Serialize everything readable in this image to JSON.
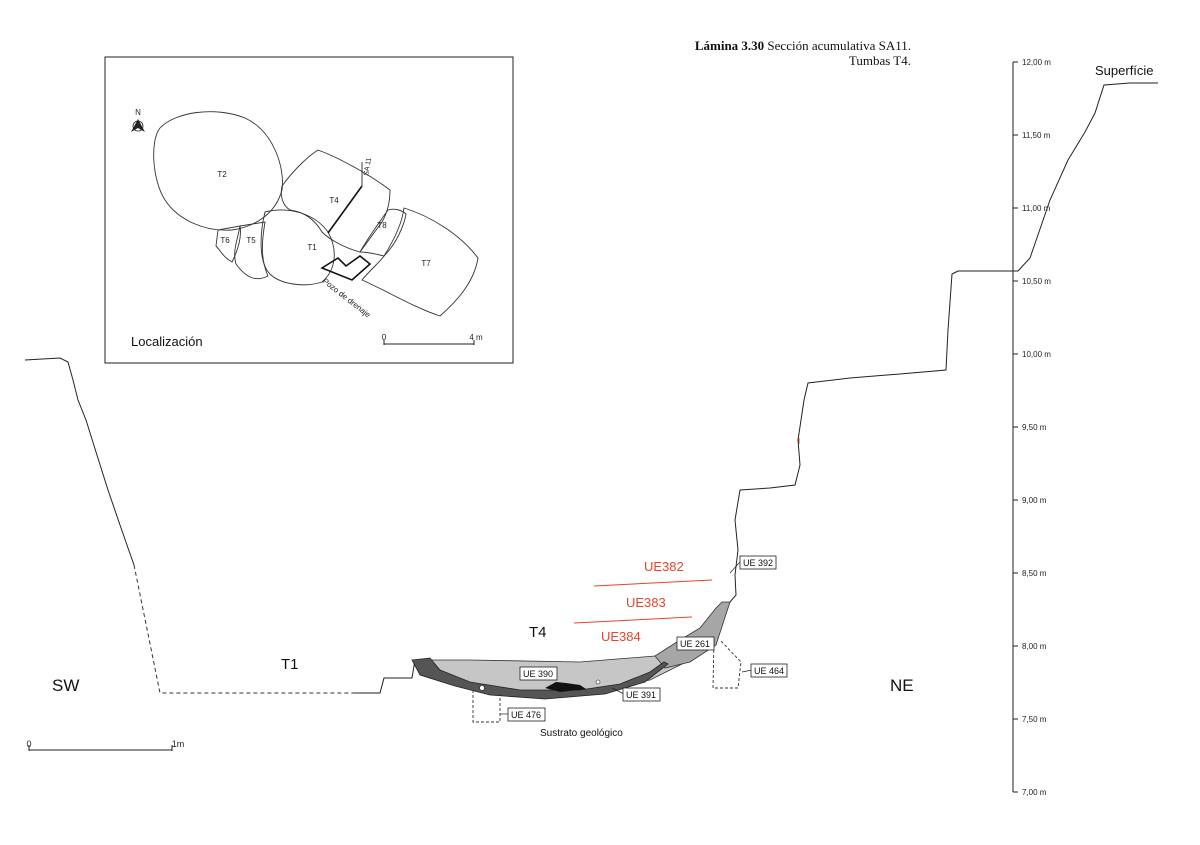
{
  "caption": {
    "plate": "Lámina 3.30",
    "title": "Sección acumulativa SA11.",
    "subtitle": "Tumbas T4."
  },
  "inset": {
    "north_label": "N",
    "location_label": "Localización",
    "scale": {
      "start": "0",
      "end": "4 m"
    },
    "tombs": [
      "T2",
      "T4",
      "T6",
      "T5",
      "T1",
      "T8",
      "T7"
    ],
    "section_label": "SA 11",
    "drain_label": "Pozo de drenaje"
  },
  "section": {
    "surface_label": "Superfície",
    "left_label": "SW",
    "right_label": "NE",
    "t1_label": "T1",
    "t4_label": "T4",
    "substrate_label": "Sustrato geológico",
    "scale": {
      "start": "0",
      "end": "1m"
    },
    "ue_layers": [
      "UE382",
      "UE383",
      "UE384"
    ],
    "ue_tags": {
      "ue392": "UE 392",
      "ue261": "UE 261",
      "ue464": "UE 464",
      "ue390": "UE 390",
      "ue391": "UE 391",
      "ue476": "UE 476"
    },
    "elevations": [
      "12,00 m",
      "11,50 m",
      "11,00 m",
      "10,50 m",
      "10,00 m",
      "9,50 m",
      "9,00 m",
      "8,50 m",
      "8,00 m",
      "7,50 m",
      "7,00 m"
    ]
  },
  "colors": {
    "line": "#222222",
    "fill_light": "#c6c6c6",
    "fill_mid": "#a6a6a6",
    "fill_dark": "#555555",
    "ue_red": "#e8442a"
  }
}
